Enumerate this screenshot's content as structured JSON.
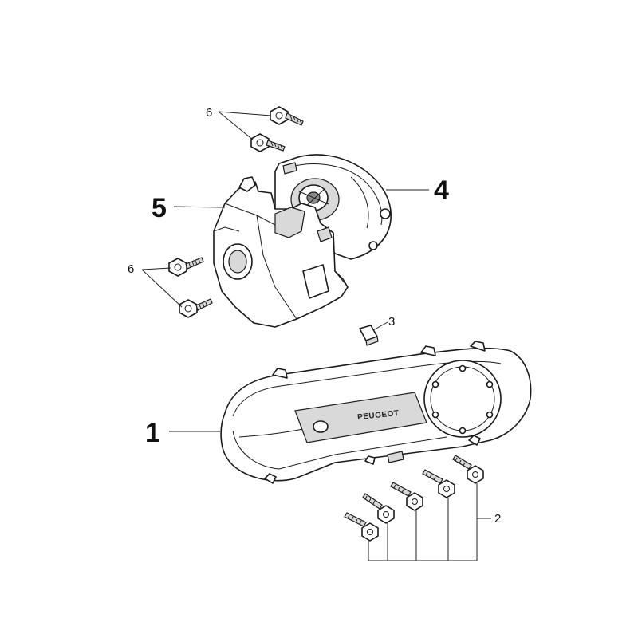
{
  "brand_text": "PEUGEOT",
  "callouts": {
    "c1": "1",
    "c2": "2",
    "c3": "3",
    "c4": "4",
    "c5": "5",
    "c6_top": "6",
    "c6_left": "6"
  }
}
